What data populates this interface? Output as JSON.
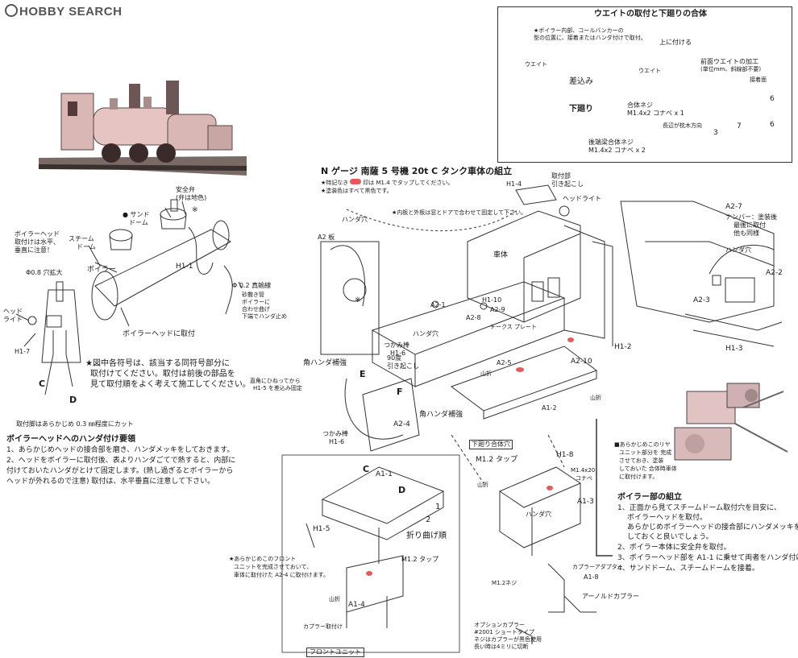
{
  "header": {
    "logo": "HOBBY SEARCH"
  },
  "inset": {
    "title": "ウエイトの取付と下廻りの合体",
    "note1": "★ボイラー内部、コールバンカーの",
    "note2": "型の位置に、接着またはハンダ付けで取付。",
    "top_mount": "上に付ける",
    "weight": "ウエイト",
    "weight2": "ウエイト",
    "weight_process": "前面ウエイトの加工",
    "weight_process2": "(単位mm、斜線部不要)",
    "cut": "接着面",
    "insert": "差込み",
    "underframe": "下廻り",
    "screw1": "合体ネジ",
    "screw1b": "M1.4x2 コナベ x 1",
    "screw2": "後端梁合体ネジ",
    "screw2b": "M1.4x2 コナベ x 2",
    "direction": "長辺が枕木方向",
    "dim6": "6",
    "dim6b": "6",
    "dim7": "7",
    "dim3": "3"
  },
  "main_title": "N ゲージ 南薩 5 号機 20t C タンク車体の組立",
  "notes_top": {
    "n1": "★特記なき",
    "n1b": "印は M1.4 でタップしてください。",
    "n2": "★塗装色はすべて黒色です。",
    "n3": "★内板と外板は窓とドアで合わせて固定して下さい。"
  },
  "boiler": {
    "safety_valve": "安全弁",
    "safety_valve2": "(弁は地色)",
    "sand_dome_num": "●",
    "sand_dome": "サンド",
    "sand_dome2": "ドーム",
    "steam_dome": "スチーム",
    "steam_dome2": "ドーム",
    "star": "※",
    "boiler_head": "ボイラーヘッド",
    "boiler_head2": "取付けは水平、",
    "boiler_head3": "垂直に注意！",
    "hole": "Φ0.8 穴拡大",
    "boiler": "ボイラー",
    "h11": "H1-1",
    "brass": "Φ 0.2 真鍮線",
    "sand_pipe1": "砂撒き管",
    "sand_pipe2": "ボイラーに",
    "sand_pipe3": "合わせ曲げ",
    "sand_pipe4": "下端でハンダ止め",
    "headlight": "ヘッド",
    "headlight2": "ライト",
    "h17": "H1-7",
    "mount": "ボイラーヘッドに取付",
    "c": "C",
    "d": "D"
  },
  "legend_note": {
    "l1": "★図中各符号は、該当する同符号部分に",
    "l2": "取付けてください。取付は前後の部品を",
    "l3": "見て取付順をよく考えて施工してください。"
  },
  "cut_note": "取付脚はあらかじめ 0.3 ㎜程度にカット",
  "solder": {
    "title": "ボイラーヘッドへのハンダ付け要領",
    "s1": "1、あらかじめヘッドの接合部を磨き、ハンダメッキをしておきます。",
    "s2": "2、ヘッドをボイラーに取付後、表よりハンダごてで熱すると、内部に",
    "s3": "付けておいたハンダがとけて固定します。(熱し過ぎるとボイラーから",
    "s4": "ヘッドが外れるので注意) 取付は、水平垂直に注意して下さい。"
  },
  "body": {
    "h14": "H1-4",
    "tori": "取付部",
    "tori2": "引き起こし",
    "headlight": "ヘッドライト",
    "handa_hole": "ハンダ穴",
    "a2": "A2 板",
    "star": "※",
    "car_body": "車体",
    "a27": "A2-7",
    "number": "ナンバー：塗装後",
    "number2": "最後に取付",
    "number3": "他も同様",
    "handa_hole2": "ハンダ穴",
    "a22": "A2-2",
    "a23": "A2-3",
    "h13": "H1-3",
    "h12": "H1-2",
    "a21": "A2-1",
    "h110": "H1-10",
    "a29": "A2-9",
    "a28": "A2-8",
    "handa_hole3": "ハンダ穴",
    "grip": "つかみ棒",
    "h16": "H1-6",
    "angle": "90度",
    "angle2": "引き起こし",
    "plate": "チークス プレート",
    "a210": "A2-10",
    "kaku": "角ハンダ補強",
    "e": "E",
    "f": "F",
    "a25": "A2-5",
    "yama": "山折",
    "yama2": "山折",
    "a24": "A2-4",
    "kaku2": "角ハンダ補強",
    "a12": "A1-2",
    "shita": "下廻り合体穴",
    "bend": "直角にひねってから",
    "bend2": "H1-5 を差込み固定"
  },
  "front": {
    "grip": "つかみ棒",
    "h16": "H1-6",
    "a11": "A1-1",
    "c": "C",
    "d": "D",
    "h15": "H1-5",
    "order": "折り曲げ順",
    "n1": "1",
    "n2": "2",
    "note1": "★あらかじめこのフロント",
    "note2": "ユニットを完成させておいて、",
    "note3": "車体に取付けた A2-4 に取付けます。",
    "tap": "M1.2 タップ",
    "a14": "A1-4",
    "yama": "山折",
    "coupler": "カプラー取付け",
    "unit": "フロントユニット"
  },
  "rear": {
    "tap": "M1.2 タップ",
    "screw": "M1.4x20",
    "screw2": "コナベ",
    "h18": "H1-8",
    "handa": "ハンダ穴",
    "a13": "A1-3",
    "yama": "山折",
    "m12": "M1.2ネジ",
    "adapter": "カプラーアダプター",
    "a18": "A1-8",
    "arnold": "アーノルドカプラー",
    "opt1": "オプションカプラー",
    "opt2": "#2001 ショートタイプ",
    "opt3": "ネジはカプラーが黒色使用",
    "opt4": "長い時は4ミリに切断",
    "note1": "■あらかじめこのリヤ",
    "note2": "ユニット部分を 完成",
    "note3": "させておき、塗装",
    "note4": "しておいた 合体時車体",
    "note5": "に取付けます。"
  },
  "boiler_asm": {
    "title": "ボイラー部の組立",
    "s1": "1、正面から見てスチームドーム取付穴を目安に、",
    "s1b": "ボイラーヘッドを取付。",
    "s1c": "あらかじめボイラーヘッドの接合部にハンダメッキを",
    "s1d": "しておくと良いでしょう。",
    "s2": "2、ボイラー本体に安全弁を取付。",
    "s3": "3、ボイラーヘッド部を A1-1 に乗せて両者をハンダ付け。",
    "s4": "4、サンドドーム、スチームドームを接着。"
  }
}
